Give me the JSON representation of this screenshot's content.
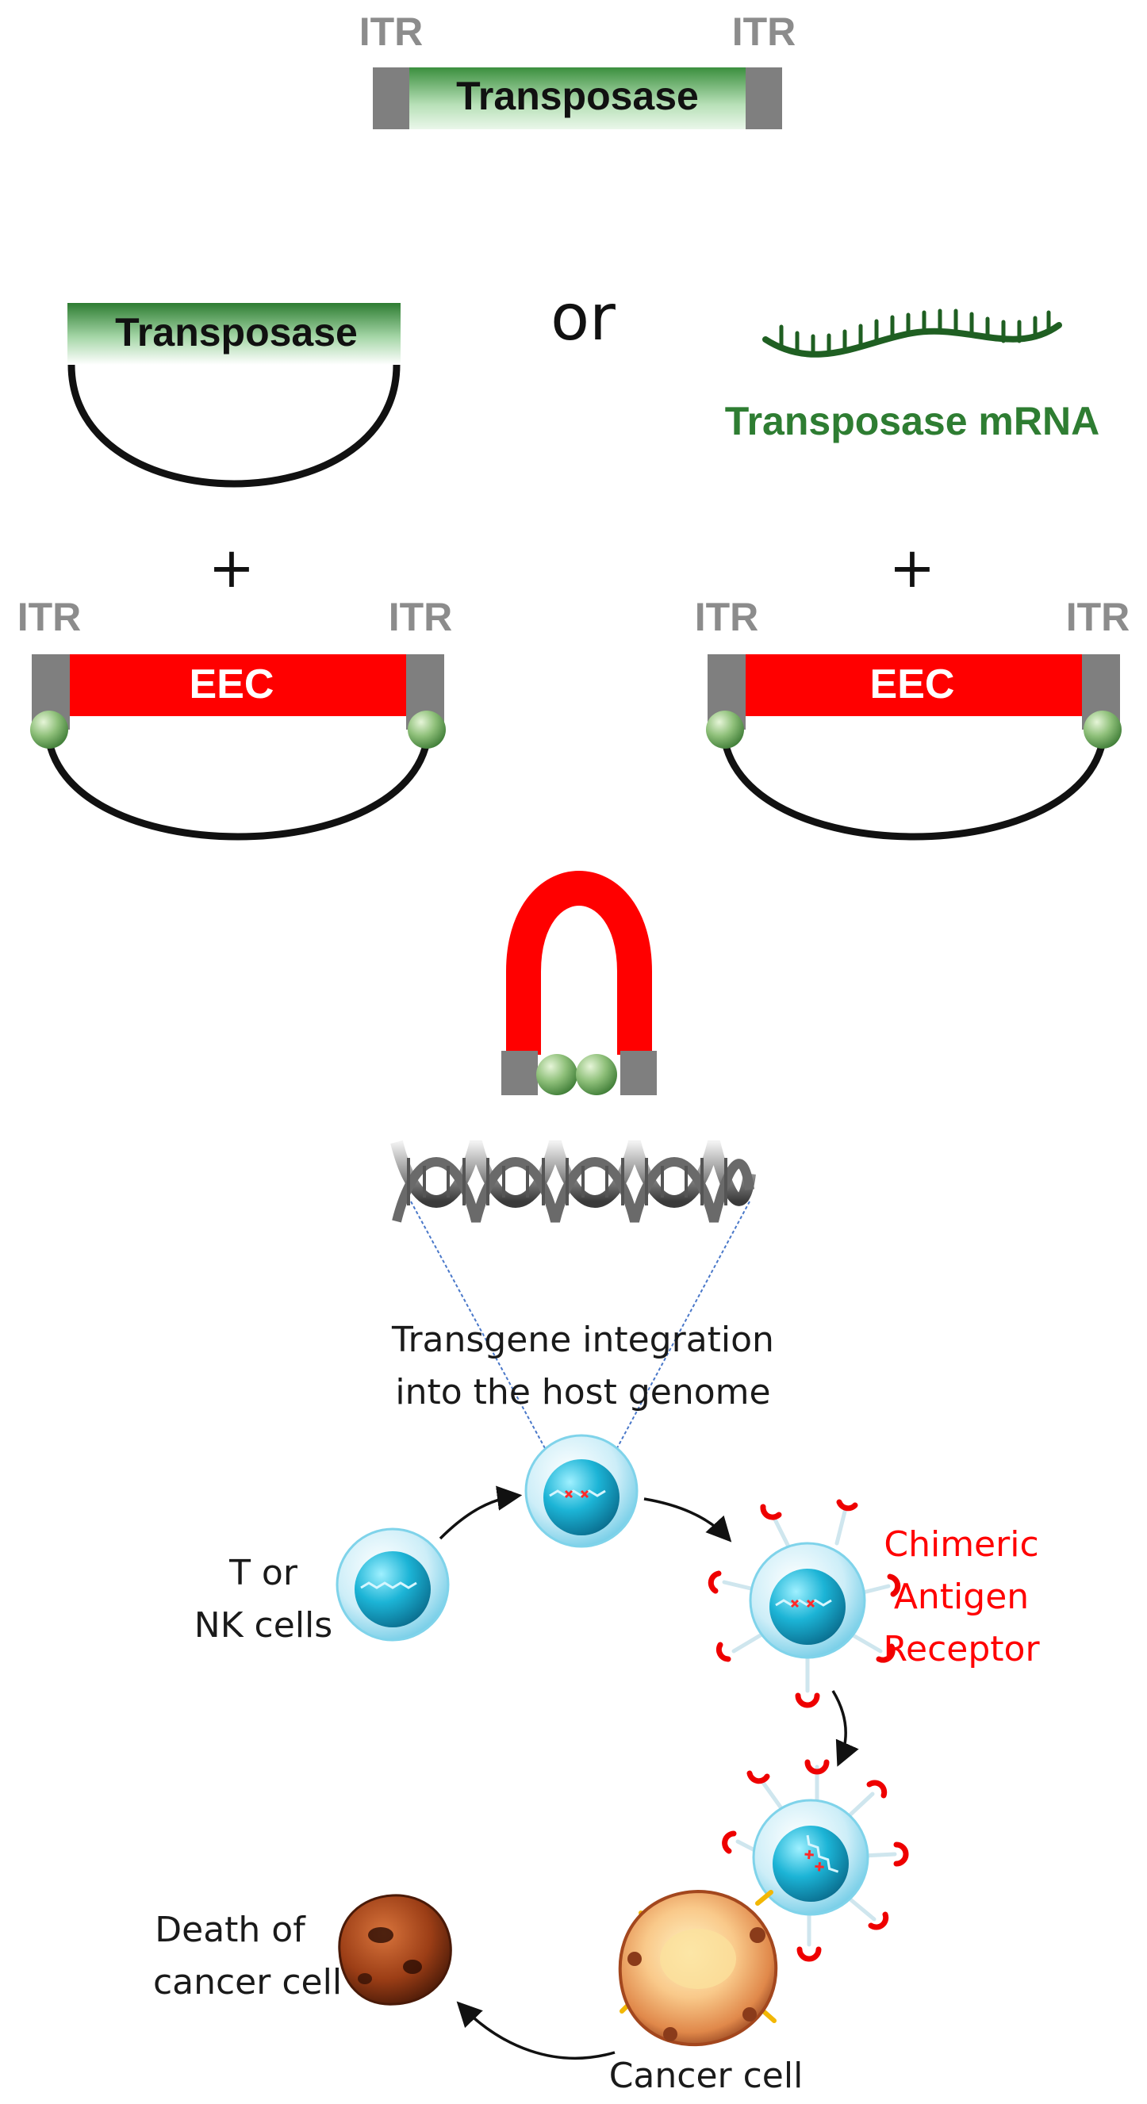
{
  "top_cassette": {
    "itr_left": "ITR",
    "itr_right": "ITR",
    "gene": "Transposase"
  },
  "plasmid_option": {
    "gene": "Transposase"
  },
  "or_text": "or",
  "mrna_option": {
    "label": "Transposase mRNA"
  },
  "plus_left": "+",
  "plus_right": "+",
  "donor_left": {
    "itr_left": "ITR",
    "itr_right": "ITR",
    "cassette": "EEC"
  },
  "donor_right": {
    "itr_left": "ITR",
    "itr_right": "ITR",
    "cassette": "EEC"
  },
  "integration_caption": {
    "line1": "Transgene integration",
    "line2": "into the host genome"
  },
  "t_nk_label": {
    "line1": "T or",
    "line2": "NK cells"
  },
  "car_label": {
    "line1": "Chimeric",
    "line2": "Antigen",
    "line3": "Receptor"
  },
  "death_label": {
    "line1": "Death of",
    "line2": "cancer cell"
  },
  "cancer_label": "Cancer cell",
  "colors": {
    "itr_gray": "#7f7f7f",
    "gene_green": "#2e7d32",
    "eec_red": "#ff0000",
    "car_red": "#ff0000",
    "cell_cyan": "#29c4e8",
    "text_dark": "#1a1a1a"
  }
}
